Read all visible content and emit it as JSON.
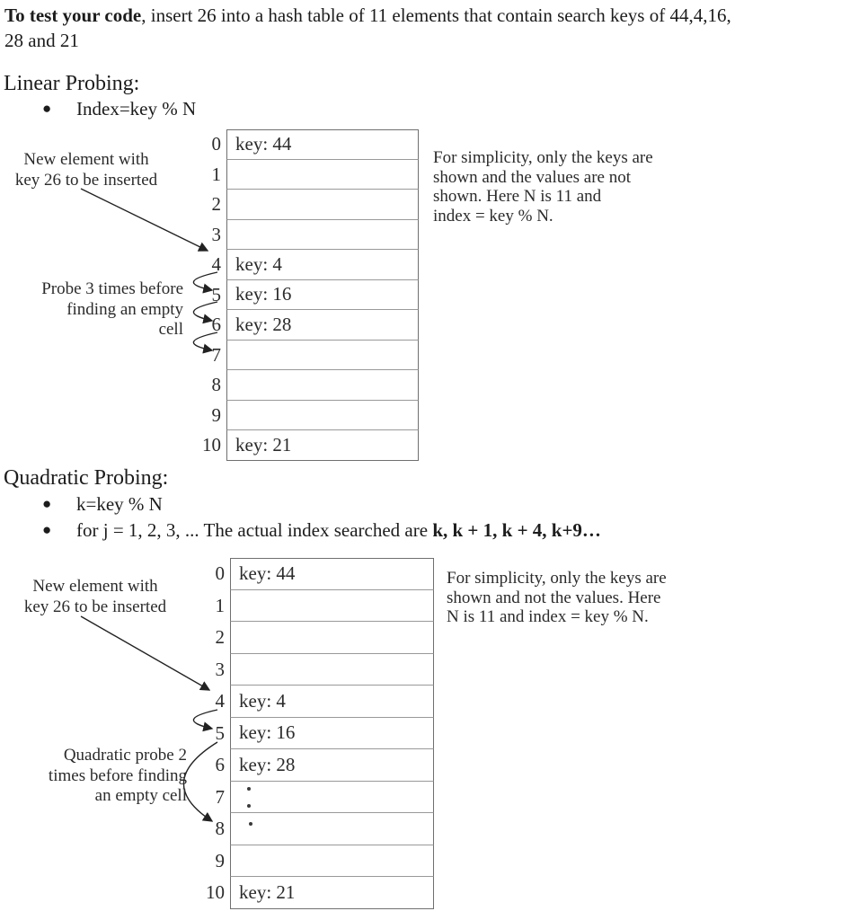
{
  "intro": {
    "bold_lead": "To test your code",
    "rest_line1": ", insert 26 into a hash table of 11 elements that contain search keys of 44,4,16,",
    "line2": "28 and 21"
  },
  "bullet_char": "●",
  "linear_section": {
    "heading": "Linear Probing:",
    "bullet1": "Index=key % N"
  },
  "quadratic_section": {
    "heading": "Quadratic Probing:",
    "bullet1": "k=key % N",
    "bullet2_prefix": "for j = 1, 2, 3, ... The actual index searched are ",
    "bullet2_bold": "k, k + 1, k + 4, k+9…"
  },
  "diagram1": {
    "insert_label_lines": [
      "New element with",
      "key 26 to be inserted"
    ],
    "probe_label_lines": [
      "Probe 3 times before",
      "finding an empty",
      "cell"
    ],
    "note_lines": [
      "For simplicity, only the keys are",
      "shown and the values are not",
      "shown.  Here N is 11 and",
      "index = key % N."
    ],
    "rows": [
      {
        "index": "0",
        "value": "key: 44"
      },
      {
        "index": "1",
        "value": ""
      },
      {
        "index": "2",
        "value": ""
      },
      {
        "index": "3",
        "value": ""
      },
      {
        "index": "4",
        "value": "key: 4"
      },
      {
        "index": "5",
        "value": "key: 16"
      },
      {
        "index": "6",
        "value": "key: 28"
      },
      {
        "index": "7",
        "value": ""
      },
      {
        "index": "8",
        "value": ""
      },
      {
        "index": "9",
        "value": ""
      },
      {
        "index": "10",
        "value": "key: 21"
      }
    ]
  },
  "diagram2": {
    "insert_label_lines": [
      "New element with",
      "key 26 to be inserted"
    ],
    "probe_label_lines": [
      "Quadratic probe 2",
      "times before finding",
      "an empty cell"
    ],
    "note_lines": [
      "For simplicity, only the keys are",
      "shown and not the values. Here",
      "N is 11 and index = key % N."
    ],
    "rows": [
      {
        "index": "0",
        "value": "key: 44"
      },
      {
        "index": "1",
        "value": ""
      },
      {
        "index": "2",
        "value": ""
      },
      {
        "index": "3",
        "value": ""
      },
      {
        "index": "4",
        "value": "key: 4"
      },
      {
        "index": "5",
        "value": "key: 16"
      },
      {
        "index": "6",
        "value": "key: 28"
      },
      {
        "index": "7",
        "value": ""
      },
      {
        "index": "8",
        "value": ""
      },
      {
        "index": "9",
        "value": ""
      },
      {
        "index": "10",
        "value": "key: 21"
      }
    ],
    "ellipsis_dots": [
      "·",
      "·",
      "·"
    ]
  },
  "colors": {
    "arrow": "#222222",
    "table_border": "#6f6f6f",
    "row_line": "#999999",
    "text": "#1c1c1c"
  }
}
